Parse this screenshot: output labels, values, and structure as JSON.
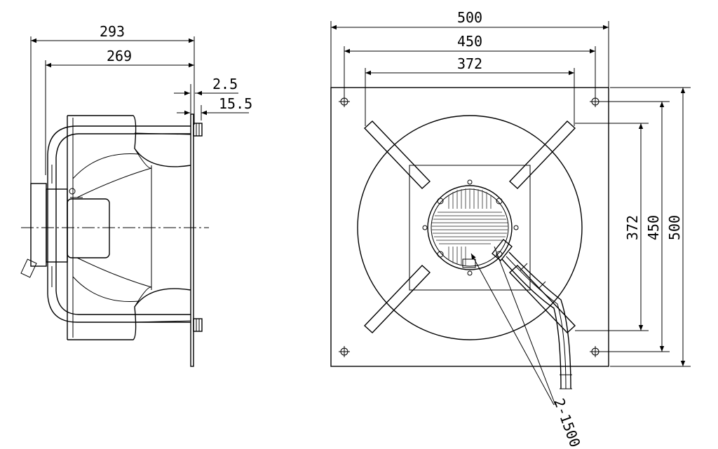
{
  "side_view": {
    "dims": {
      "overall_depth": "293",
      "body_depth": "269",
      "flange_thickness": "2.5",
      "bolt_offset": "15.5"
    }
  },
  "front_view": {
    "dims": {
      "plate_width": "500",
      "mount_hole_spacing": "450",
      "inner_spacing": "372",
      "plate_height": "500",
      "mount_hole_spacing_v": "450",
      "inner_spacing_v": "372",
      "cable_spec": "2-1500"
    }
  }
}
